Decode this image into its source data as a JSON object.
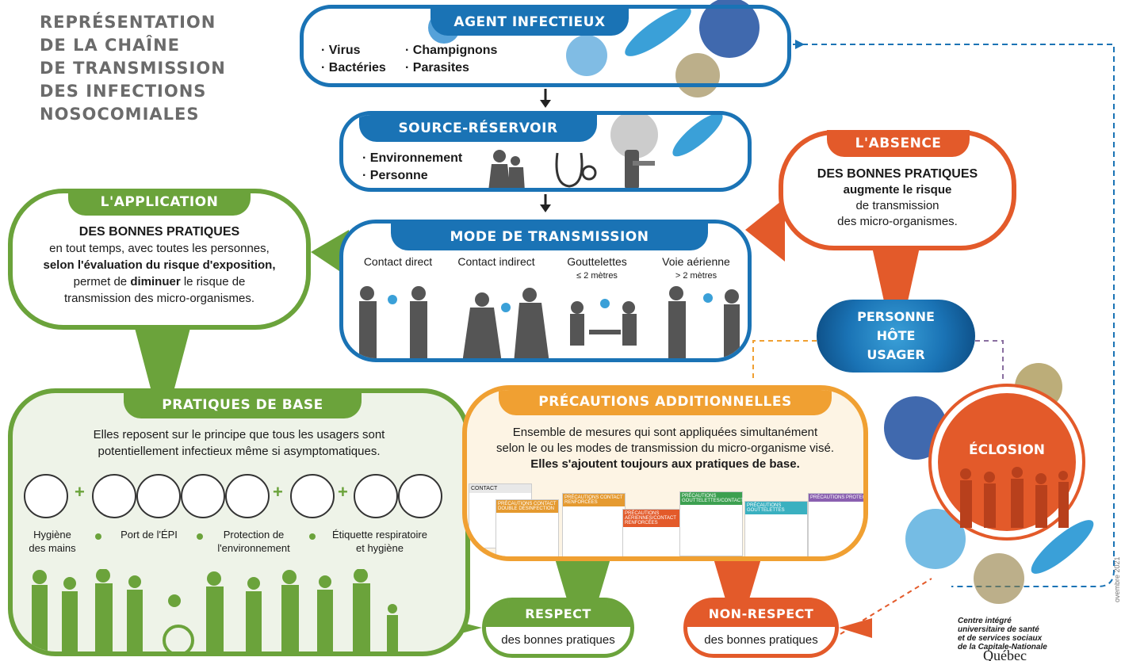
{
  "title": [
    "REPRÉSENTATION",
    "DE LA CHAÎNE",
    "DE TRANSMISSION",
    "DES INFECTIONS",
    "NOSOCOMIALES"
  ],
  "agent": {
    "header": "AGENT INFECTIEUX",
    "items": [
      "· Virus",
      "· Bactéries",
      "· Champignons",
      "· Parasites"
    ]
  },
  "source": {
    "header": "SOURCE-RÉSERVOIR",
    "items": [
      "· Environnement",
      "· Personne"
    ]
  },
  "mode": {
    "header": "MODE DE TRANSMISSION",
    "cols": [
      {
        "label": "Contact direct",
        "sub": ""
      },
      {
        "label": "Contact indirect",
        "sub": ""
      },
      {
        "label": "Gouttelettes",
        "sub": "≤ 2 mètres"
      },
      {
        "label": "Voie aérienne",
        "sub": "> 2 mètres"
      }
    ]
  },
  "application": {
    "header": "L'APPLICATION",
    "l1": "DES BONNES PRATIQUES",
    "l2": "en tout temps, avec toutes les personnes,",
    "l3": "selon l'évaluation du risque d'exposition,",
    "l4a": "permet de ",
    "l4b": "diminuer",
    "l4c": " le risque de",
    "l5": "transmission des micro-organismes."
  },
  "absence": {
    "header": "L'ABSENCE",
    "l1": "DES BONNES PRATIQUES",
    "l2": "augmente le risque",
    "l3": "de transmission",
    "l4": "des micro-organismes."
  },
  "host": {
    "l1": "PERSONNE",
    "l2": "HÔTE",
    "l3": "USAGER"
  },
  "base": {
    "header": "PRATIQUES DE BASE",
    "l1": "Elles reposent sur le principe que tous les usagers sont",
    "l2": "potentiellement infectieux même si asymptomatiques.",
    "labels": [
      {
        "a": "Hygiène",
        "b": "des mains"
      },
      {
        "a": "Port de l'ÉPI",
        "b": ""
      },
      {
        "a": "Protection de",
        "b": "l'environnement"
      },
      {
        "a": "Étiquette respiratoire",
        "b": "et hygiène"
      }
    ]
  },
  "additional": {
    "header": "PRÉCAUTIONS ADDITIONNELLES",
    "l1": "Ensemble de mesures qui sont appliquées simultanément",
    "l2": "selon le ou les modes de transmission du micro-organisme visé.",
    "l3": "Elles s'ajoutent toujours aux pratiques de base.",
    "posters": [
      "CONTACT",
      "PRÉCAUTIONS CONTACT DOUBLE DÉSINFECTION",
      "PRÉCAUTIONS CONTACT RENFORCÉES",
      "PRÉCAUTIONS AÉRIENNES/CONTACT RENFORCÉES",
      "PRÉCAUTIONS GOUTTELETTES/CONTACT",
      "PRÉCAUTIONS GOUTTELETTES",
      "PRÉCAUTIONS PROTECT"
    ]
  },
  "respect": {
    "header": "RESPECT",
    "sub": "des bonnes pratiques"
  },
  "nonrespect": {
    "header": "NON-RESPECT",
    "sub": "des bonnes pratiques"
  },
  "eclosion": {
    "label": "ÉCLOSION"
  },
  "logo": {
    "l1": "Centre intégré",
    "l2": "universitaire de santé",
    "l3": "et de services sociaux",
    "l4": "de la Capitale-Nationale",
    "q": "Québec"
  },
  "date": "ovembre 2021",
  "colors": {
    "blue": "#1a73b5",
    "green": "#6ba33b",
    "orange": "#e35a2a",
    "yellow": "#f0a032",
    "grey": "#6b6b6b"
  }
}
